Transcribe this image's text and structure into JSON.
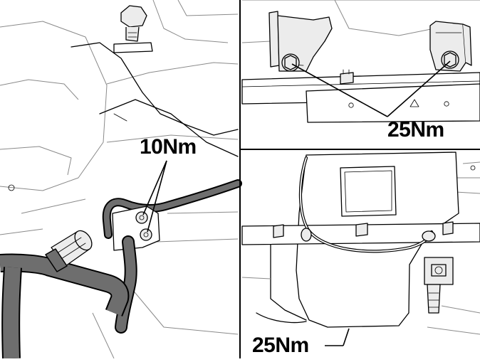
{
  "callouts": {
    "left_panel_torque": "10Nm",
    "right_top_torque": "25Nm",
    "right_bottom_torque": "25Nm"
  },
  "colors": {
    "line": "#000000",
    "hose_fill": "#6e6e6e",
    "hose_dark": "#3a3a3a",
    "metal_fill": "#e8e8e8",
    "background": "#ffffff"
  }
}
